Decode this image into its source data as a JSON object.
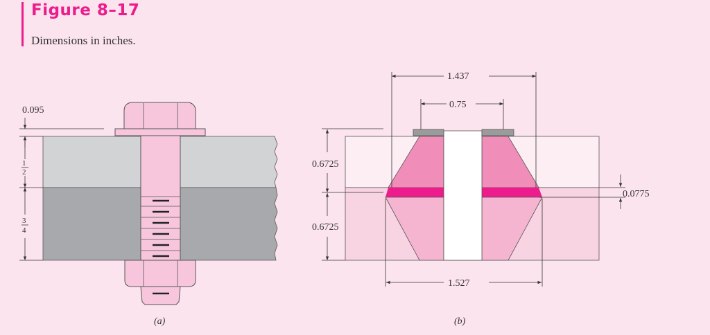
{
  "figure": {
    "title": "Figure 8–17",
    "caption": "Dimensions in inches."
  },
  "part_a": {
    "label": "(a)",
    "dim_washer": "0.095",
    "dim_top_num": "1",
    "dim_top_den": "2",
    "dim_bot_num": "3",
    "dim_bot_den": "4"
  },
  "part_b": {
    "label": "(b)",
    "dim_top_width": "1.437",
    "dim_washer_width": "0.75",
    "dim_upper_height": "0.6725",
    "dim_lower_height": "0.6725",
    "dim_offset": "0.0775",
    "dim_bottom_width": "1.527"
  },
  "colors": {
    "accent": "#ec1c8c",
    "bolt_fill": "#f7c6dc",
    "member_light": "#d1d3d5",
    "member_dark": "#a7a9ac",
    "frustum": "#f08db8",
    "frustum_light": "#f5b5d1",
    "band": "#ec1c8c",
    "washer_gray": "#9b9b9b"
  }
}
